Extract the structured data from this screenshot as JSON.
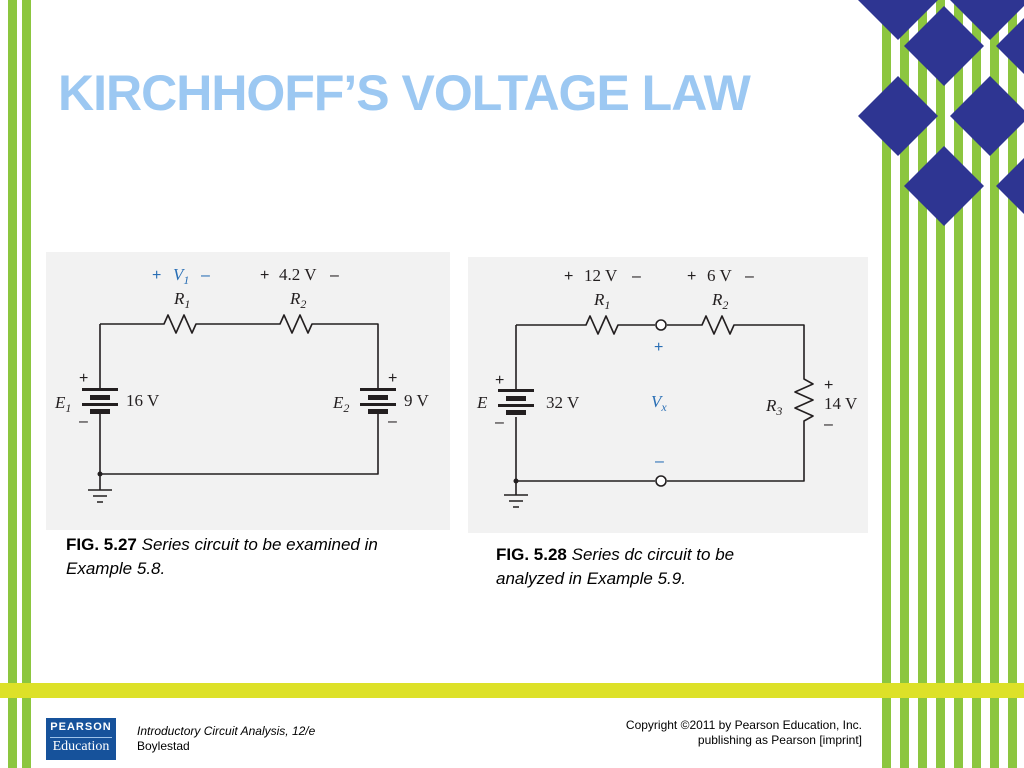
{
  "slide": {
    "title": "KIRCHHOFF’S VOLTAGE LAW",
    "colors": {
      "title": "#9cc8f2",
      "stripe": "#8cc63f",
      "band": "#dde128",
      "diamond": "#2e3592",
      "diagram_blue": "#2a6fb5",
      "logo": "#16529b"
    }
  },
  "fig527": {
    "caption_number": "FIG. 5.27",
    "caption_text": "Series circuit to be examined in Example 5.8.",
    "labels": {
      "plus": "+",
      "minus": "–",
      "v1_symbol": "V",
      "v1_sub": "1",
      "r2_voltage": "4.2 V",
      "r1_symbol": "R",
      "r1_sub": "1",
      "r2_symbol": "R",
      "r2_sub": "2",
      "e1_symbol": "E",
      "e1_sub": "1",
      "e1_value": "16 V",
      "e2_symbol": "E",
      "e2_sub": "2",
      "e2_value": "9 V"
    }
  },
  "fig528": {
    "caption_number": "FIG. 5.28",
    "caption_text": "Series dc circuit to be analyzed in Example 5.9.",
    "labels": {
      "plus": "+",
      "minus": "–",
      "r1_voltage": "12 V",
      "r2_voltage": "6 V",
      "r1_symbol": "R",
      "r1_sub": "1",
      "r2_symbol": "R",
      "r2_sub": "2",
      "r3_symbol": "R",
      "r3_sub": "3",
      "r3_voltage": "14 V",
      "e_symbol": "E",
      "e_value": "32 V",
      "vx_symbol": "V",
      "vx_sub": "x"
    }
  },
  "footer": {
    "logo_line1": "PEARSON",
    "logo_line2": "Education",
    "book_title": "Introductory Circuit Analysis, 12/e",
    "author": "Boylestad",
    "copyright_line1": "Copyright ©2011 by Pearson Education, Inc.",
    "copyright_line2": "publishing as Pearson [imprint]"
  }
}
